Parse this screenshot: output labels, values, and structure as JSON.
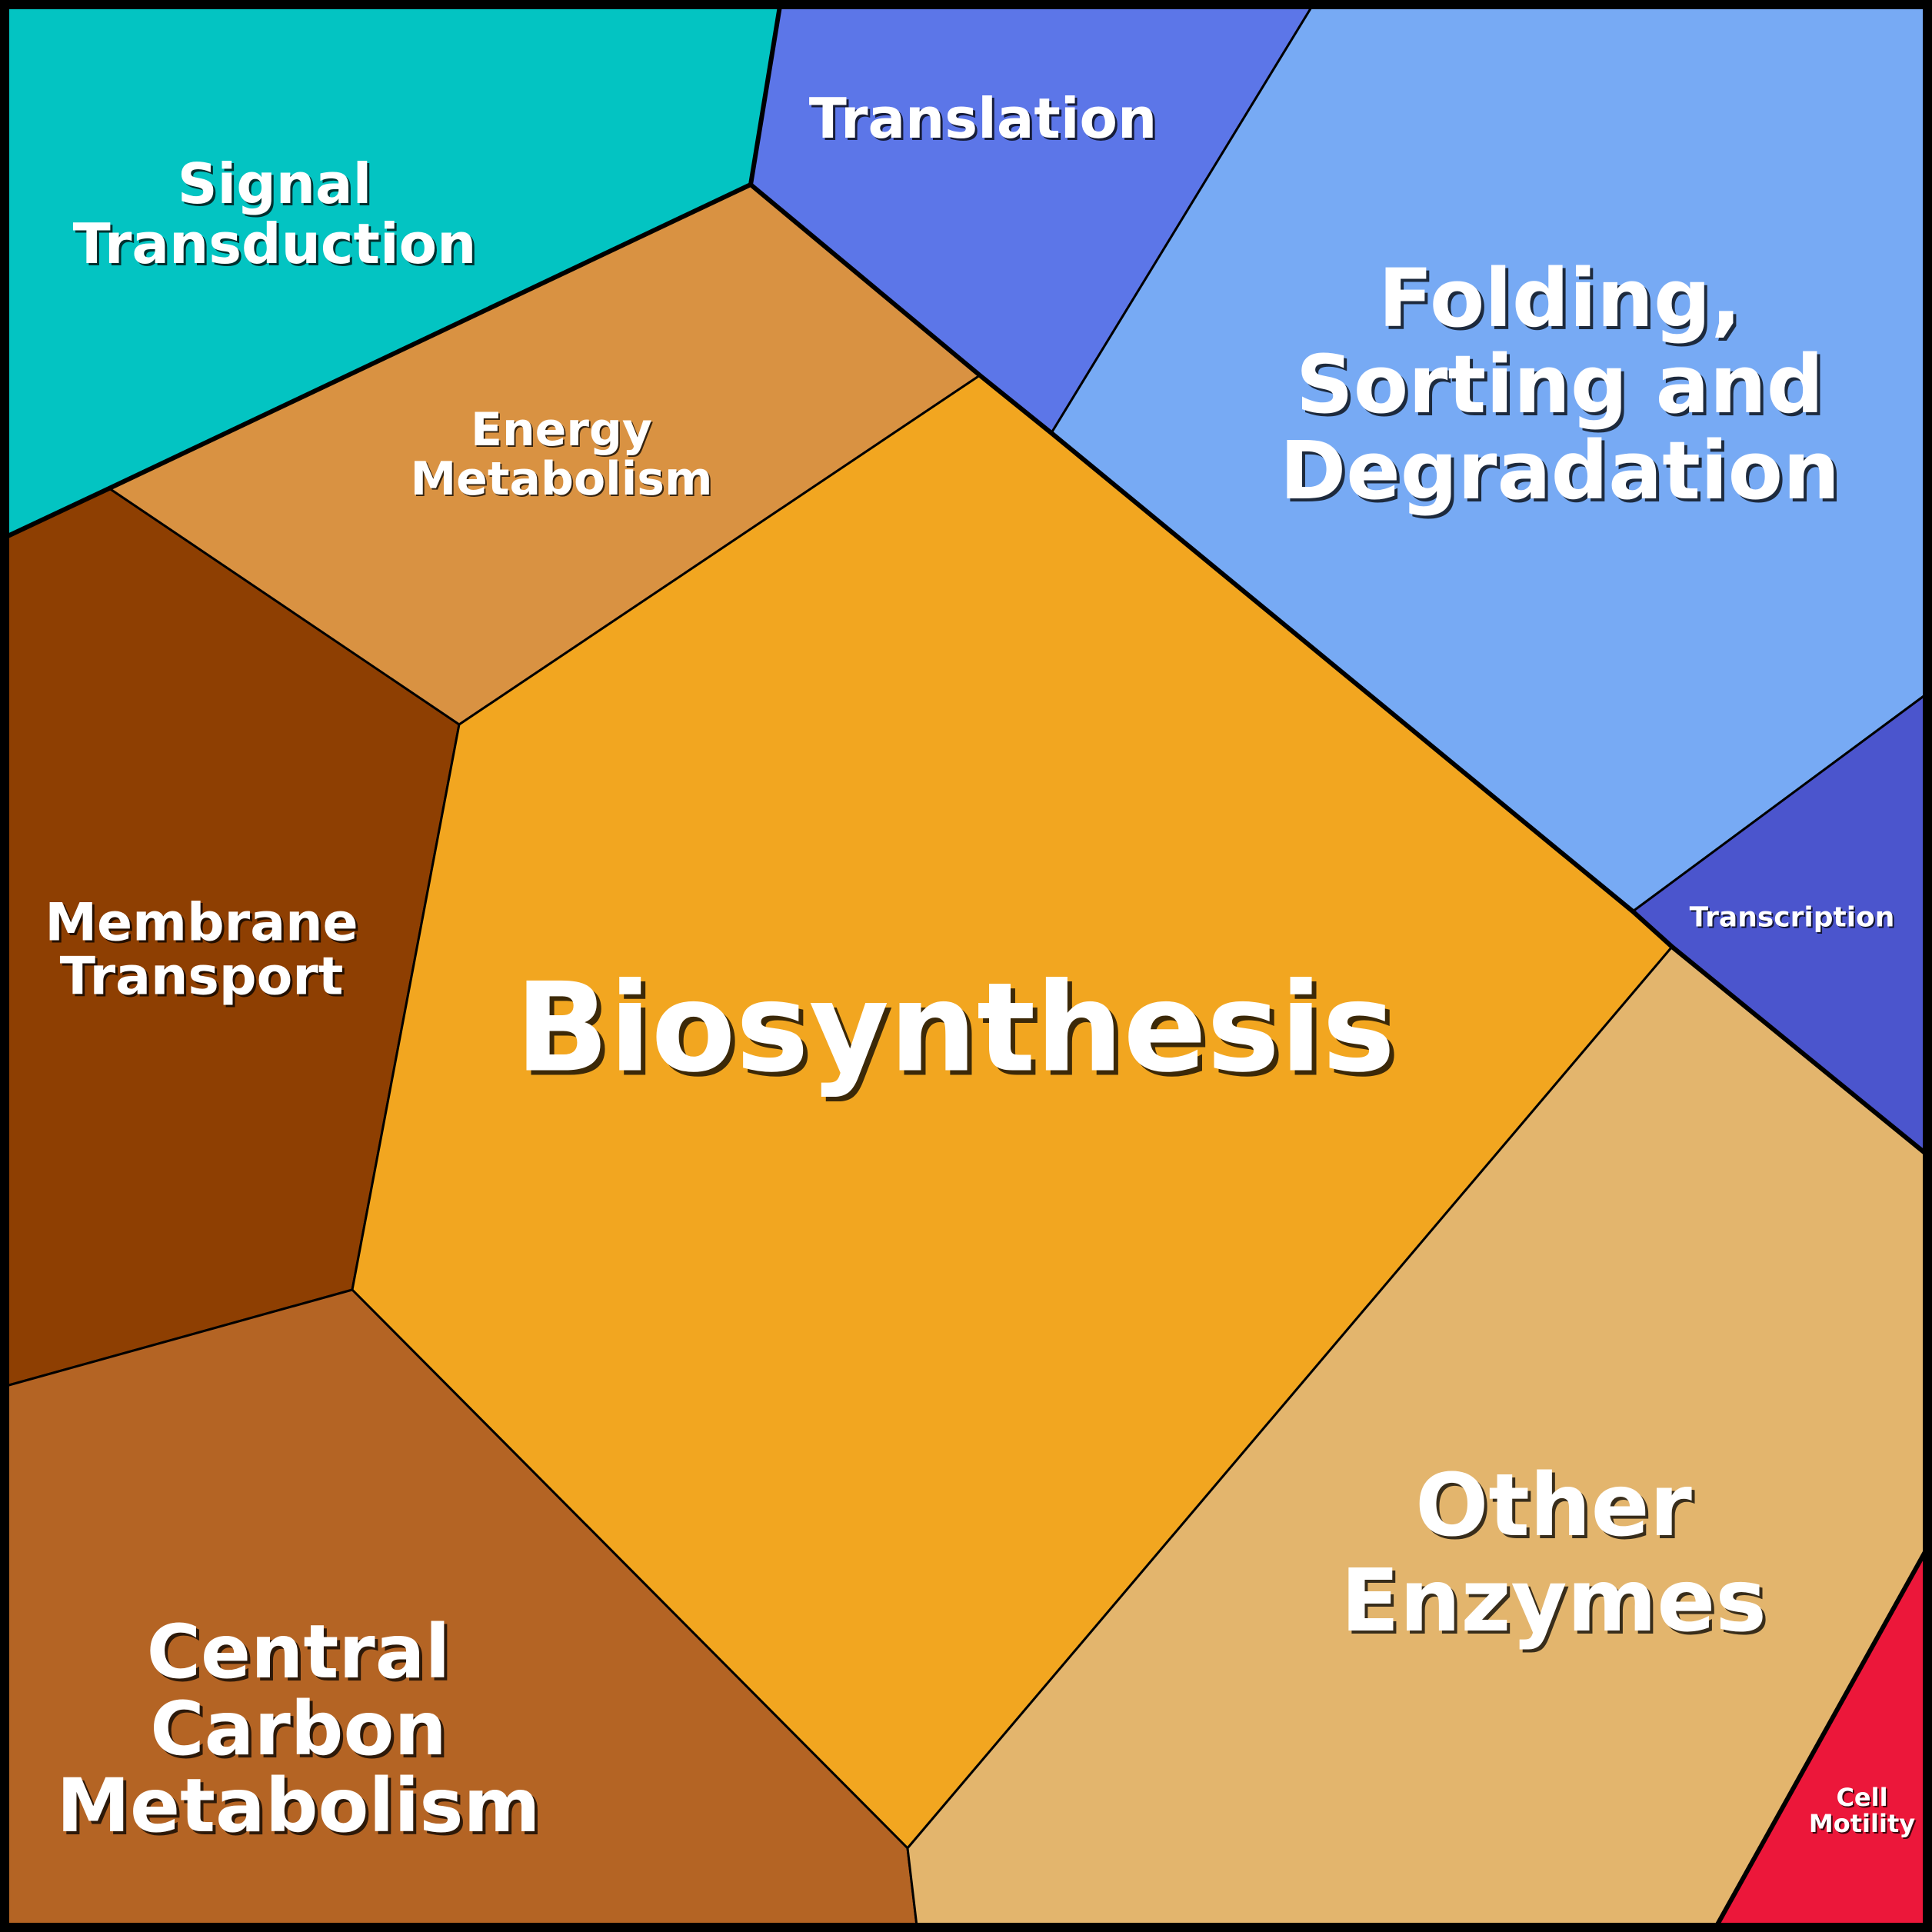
{
  "cells": [
    {
      "id": "signal-transduction",
      "lines": [
        "Signal",
        "Transduction"
      ],
      "color": "#03C4C2"
    },
    {
      "id": "translation",
      "lines": [
        "Translation"
      ],
      "color": "#5C76E8"
    },
    {
      "id": "folding-sorting-degradation",
      "lines": [
        "Folding,",
        "Sorting and",
        "Degradation"
      ],
      "color": "#77AAF4"
    },
    {
      "id": "energy-metabolism",
      "lines": [
        "Energy",
        "Metabolism"
      ],
      "color": "#D99242"
    },
    {
      "id": "membrane-transport",
      "lines": [
        "Membrane",
        "Transport"
      ],
      "color": "#8E3F02"
    },
    {
      "id": "biosynthesis",
      "lines": [
        "Biosynthesis"
      ],
      "color": "#F2A620"
    },
    {
      "id": "transcription",
      "lines": [
        "Transcription"
      ],
      "color": "#4B55CD"
    },
    {
      "id": "central-carbon-metabolism",
      "lines": [
        "Central",
        "Carbon",
        "Metabolism"
      ],
      "color": "#B46424"
    },
    {
      "id": "other-enzymes",
      "lines": [
        "Other",
        "Enzymes"
      ],
      "color": "#E3B56D"
    },
    {
      "id": "cell-motility",
      "lines": [
        "Cell",
        "Motility"
      ],
      "color": "#EC173A"
    }
  ]
}
